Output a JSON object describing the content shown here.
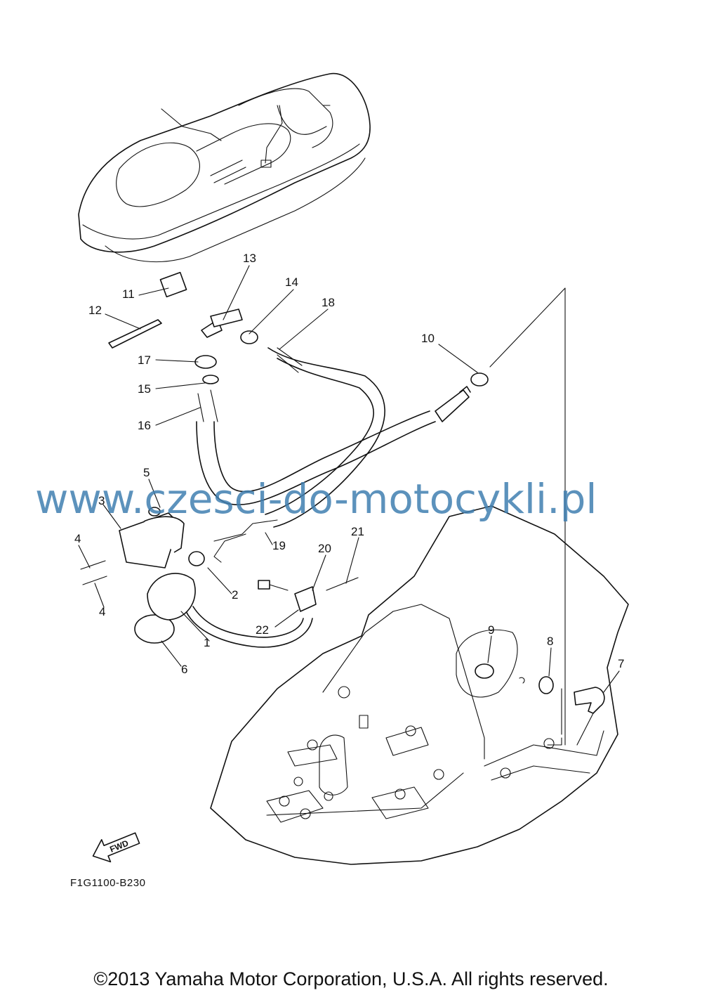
{
  "diagram": {
    "callouts": [
      "1",
      "2",
      "3",
      "4",
      "4",
      "5",
      "6",
      "7",
      "8",
      "9",
      "10",
      "11",
      "12",
      "13",
      "14",
      "15",
      "16",
      "17",
      "18",
      "19",
      "20",
      "21",
      "22"
    ],
    "part_code": "F1G1100-B230",
    "fwd_label": "FWD",
    "watermark": "www.czesci-do-motocykli.pl"
  },
  "footer": {
    "copyright": "©2013 Yamaha Motor Corporation, U.S.A. All rights reserved."
  }
}
